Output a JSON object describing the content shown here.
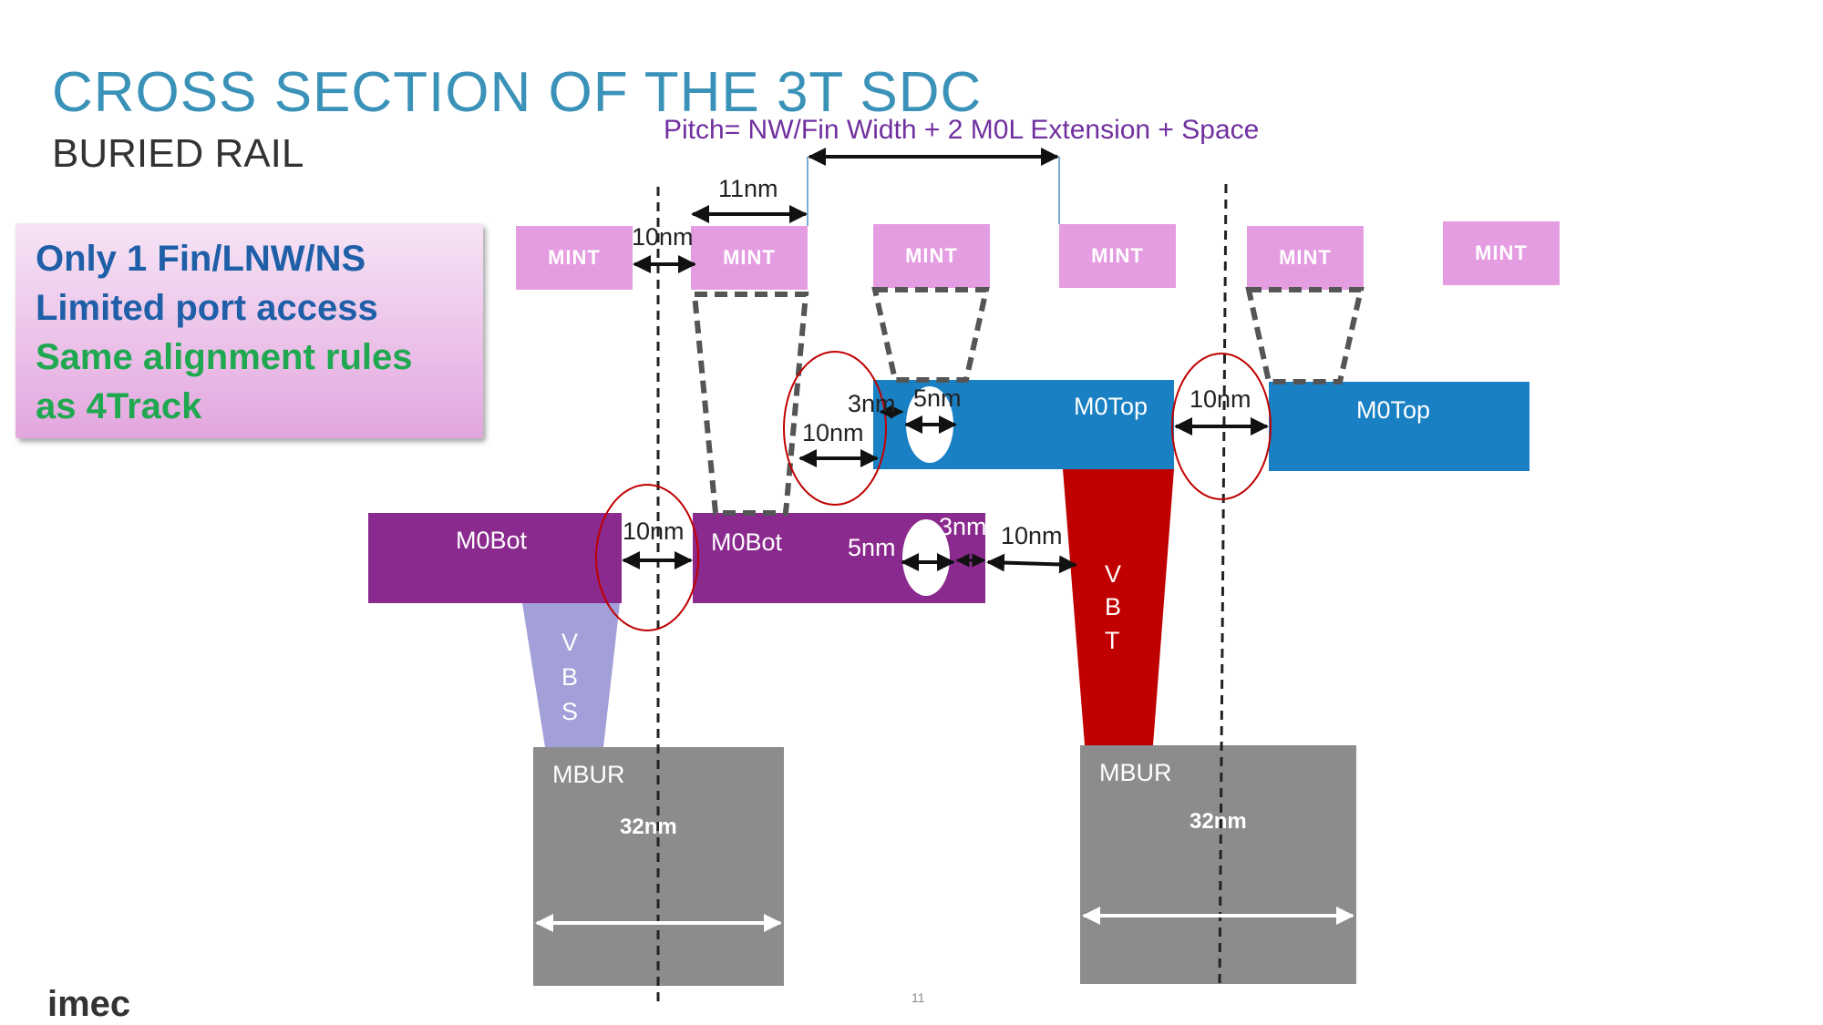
{
  "title": "CROSS SECTION OF THE 3T SDC",
  "subtitle": "BURIED RAIL",
  "pitch_label": "Pitch= NW/Fin Width + 2 M0L Extension + Space",
  "callout": {
    "line1": "Only 1 Fin/LNW/NS",
    "line2": "Limited port access",
    "line3": "Same alignment rules",
    "line4": "as 4Track"
  },
  "mint_label": "MINT",
  "m0bot_label": "M0Bot",
  "m0top_label": "M0Top",
  "mbur_label": "MBUR",
  "mbur_width": "32nm",
  "vbs_letters": [
    "V",
    "B",
    "S"
  ],
  "vbt_letters": [
    "V",
    "B",
    "T"
  ],
  "dims": {
    "d11": "11nm",
    "d10_mint": "10nm",
    "d3_top": "3nm",
    "d5_top": "5nm",
    "d10_left_top": "10nm",
    "d10_top_gap": "10nm",
    "d10_bot_gap": "10nm",
    "d5_bot": "5nm",
    "d3_bot": "3nm",
    "d10_bot_right": "10nm"
  },
  "footer_logo": "imec",
  "page_number": "11",
  "colors": {
    "title": "#3a92b8",
    "mint": "#e59de1",
    "m0top": "#1a80c4",
    "m0bot": "#8b2a8e",
    "vbs": "#a39fd8",
    "vbt": "#c00000",
    "mbur": "#8c8c8c",
    "circle": "#c00000"
  }
}
